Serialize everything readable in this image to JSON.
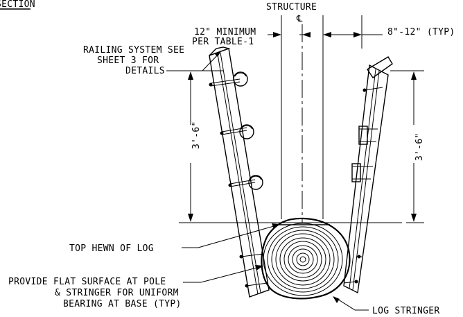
{
  "header": {
    "partial_title": "SECTION"
  },
  "centerline": {
    "label": "STRUCTURE",
    "symbol": "℄"
  },
  "dimensions": {
    "min_line1": "12\" MINIMUM",
    "min_line2": "PER TABLE-1",
    "typ": "8\"-12\" (TYP)",
    "height_left": "3'-6\"",
    "height_right": "3'-6\""
  },
  "callouts": {
    "railing_line1": "RAILING SYSTEM SEE",
    "railing_line2": "SHEET 3 FOR",
    "railing_line3": "DETAILS",
    "top_hewn": "TOP HEWN OF LOG",
    "flat_line1": "PROVIDE FLAT SURFACE AT POLE",
    "flat_line2": "& STRINGER FOR UNIFORM",
    "flat_line3": "BEARING AT BASE (TYP)",
    "log_stringer": "LOG STRINGER"
  }
}
